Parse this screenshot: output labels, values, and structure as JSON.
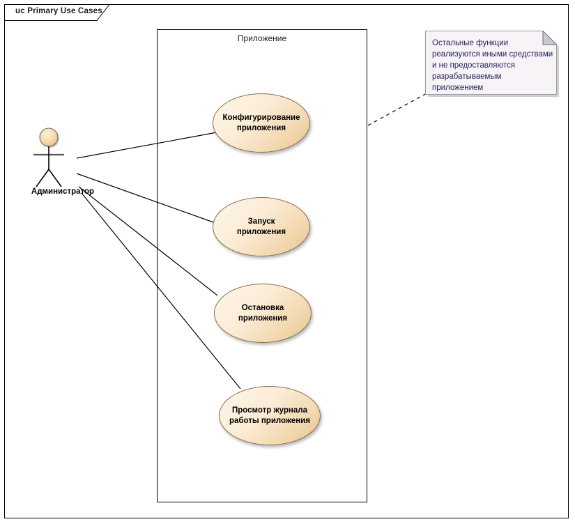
{
  "diagram": {
    "frame_title": "uc Primary Use Cases",
    "system_boundary_label": "Приложение",
    "colors": {
      "usecase_fill_light": "#fdf6ea",
      "usecase_fill_dark": "#e6bf8c",
      "usecase_border": "#8a6a42",
      "actor_head_fill": "#f7d9a8",
      "note_fill": "#f8f3f7",
      "note_border": "#9a9aaa",
      "line": "#000000",
      "note_text": "#23235c"
    },
    "actor": {
      "name": "Администратор",
      "icon": "actor-stick-figure-icon"
    },
    "use_cases": [
      {
        "id": "uc1",
        "label": "Конфигурирование\nприложения"
      },
      {
        "id": "uc2",
        "label": "Запуск приложения"
      },
      {
        "id": "uc3",
        "label": "Остановка\nприложения"
      },
      {
        "id": "uc4",
        "label": "Просмотр журнала\nработы приложения"
      }
    ],
    "note": {
      "text": "Остальные функции реализуются иными средствами и не предоставляются разрабатываемым приложением",
      "attached_to": "system-boundary",
      "link_style": "dashed"
    },
    "associations": [
      {
        "from": "Администратор",
        "to": "Конфигурирование приложения"
      },
      {
        "from": "Администратор",
        "to": "Запуск приложения"
      },
      {
        "from": "Администратор",
        "to": "Остановка приложения"
      },
      {
        "from": "Администратор",
        "to": "Просмотр журнала работы приложения"
      }
    ]
  }
}
